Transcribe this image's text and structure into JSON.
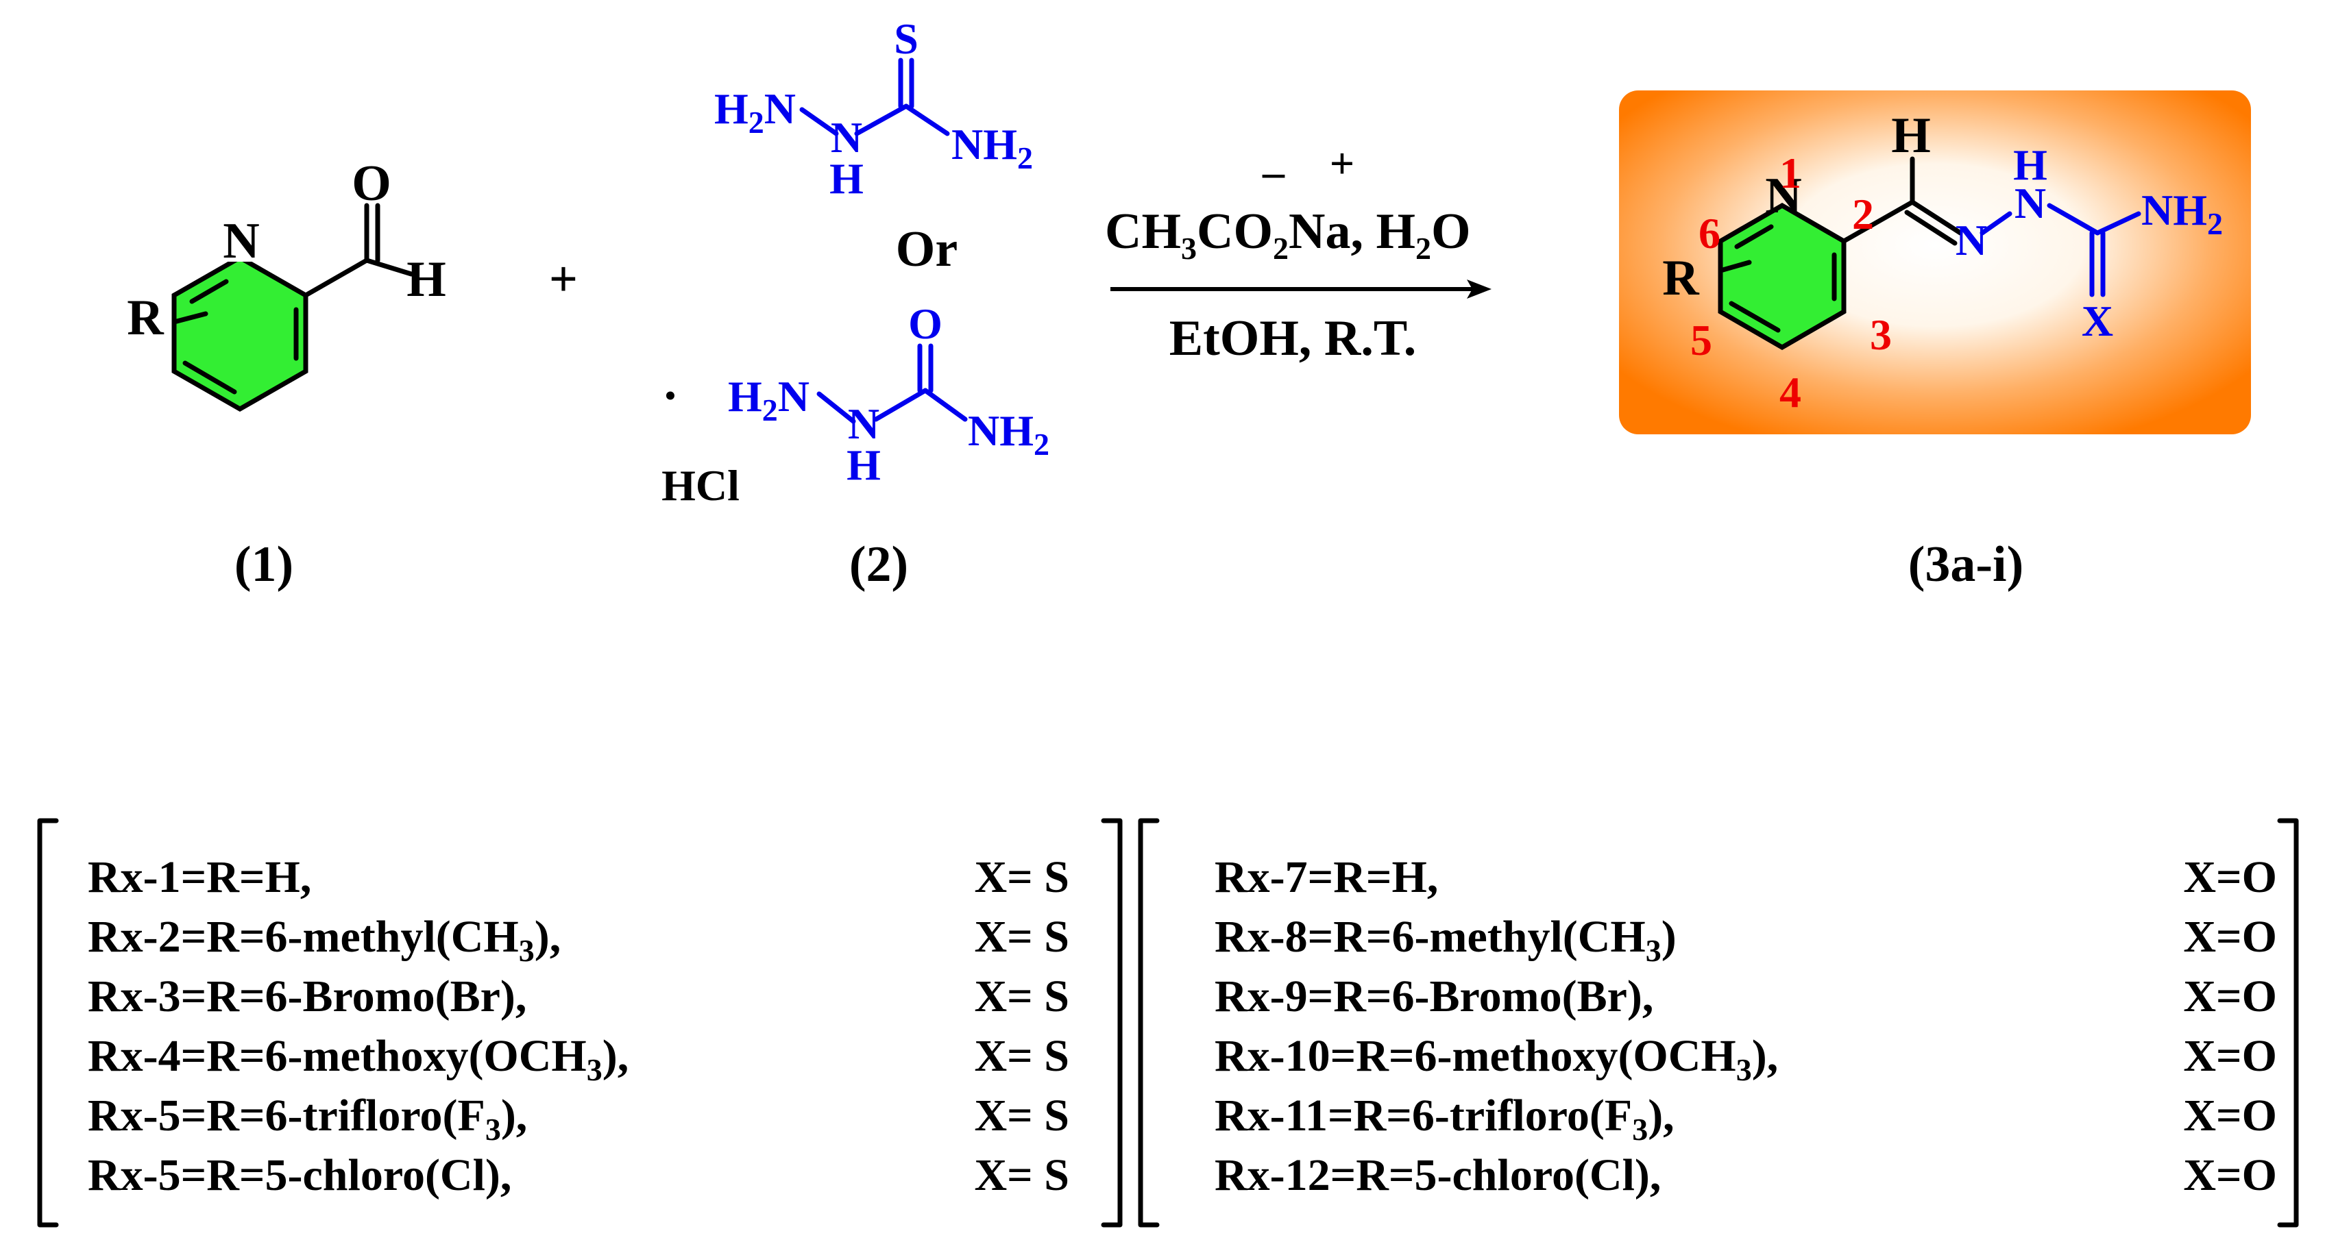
{
  "reactant1": {
    "substituent": "R",
    "ring_atom": "N",
    "aldehyde_o": "O",
    "aldehyde_h": "H",
    "label": "(1)"
  },
  "plus_sign": "+",
  "reactant2": {
    "thio": {
      "h2n": "H",
      "h2n_sub": "2",
      "h2n_n": "N",
      "nh": "N",
      "nh_h": "H",
      "s": "S",
      "nh2": "NH",
      "nh2_sub": "2"
    },
    "or_label": "Or",
    "semi": {
      "h2n": "H",
      "h2n_sub": "2",
      "h2n_n": "N",
      "nh": "N",
      "nh_h": "H",
      "o": "O",
      "nh2": "NH",
      "nh2_sub": "2"
    },
    "dot": "·",
    "hcl": "HCl",
    "label": "(2)"
  },
  "conditions": {
    "reagent_a": "CH",
    "reagent_a_sub1": "3",
    "reagent_b": "CO",
    "reagent_b_sub": "2",
    "reagent_c": "Na, H",
    "reagent_c_sub": "2",
    "reagent_d": "O",
    "minus": "–",
    "plus": "+",
    "solvent": "EtOH, R.T."
  },
  "product": {
    "substituent": "R",
    "ring_atom": "N",
    "methine_h": "H",
    "imine_n": "N",
    "nh_n": "N",
    "nh_h": "H",
    "nh2": "NH",
    "nh2_sub": "2",
    "x": "X",
    "positions": [
      "1",
      "2",
      "3",
      "4",
      "5",
      "6"
    ],
    "label": "(3a-i)"
  },
  "table": {
    "left": [
      {
        "pre": "Rx-1=R=H,",
        "sub": "",
        "post": "",
        "x": "X= S"
      },
      {
        "pre": "Rx-2=R=6-methyl(CH",
        "sub": "3",
        "post": "),",
        "x": "X= S"
      },
      {
        "pre": "Rx-3=R=6-Bromo(Br),",
        "sub": "",
        "post": "",
        "x": "X= S"
      },
      {
        "pre": "Rx-4=R=6-methoxy(OCH",
        "sub": "3",
        "post": "),",
        "x": "X= S"
      },
      {
        "pre": "Rx-5=R=6-trifloro(F",
        "sub": "3",
        "post": "),",
        "x": "X= S"
      },
      {
        "pre": "Rx-5=R=5-chloro(Cl),",
        "sub": "",
        "post": "",
        "x": "X= S"
      }
    ],
    "right": [
      {
        "pre": "Rx-7=R=H,",
        "sub": "",
        "post": "",
        "x": "X=O"
      },
      {
        "pre": "Rx-8=R=6-methyl(CH",
        "sub": "3",
        "post": ")",
        "x": "X=O"
      },
      {
        "pre": "Rx-9=R=6-Bromo(Br),",
        "sub": "",
        "post": "",
        "x": "X=O"
      },
      {
        "pre": "Rx-10=R=6-methoxy(OCH",
        "sub": "3",
        "post": "),",
        "x": "X=O"
      },
      {
        "pre": "Rx-11=R=6-trifloro(F",
        "sub": "3",
        "post": "),",
        "x": "X=O"
      },
      {
        "pre": "Rx-12=R=5-chloro(Cl),",
        "sub": "",
        "post": "",
        "x": "X=O"
      }
    ]
  },
  "colors": {
    "ring_fill": "#33ee33",
    "hetero_blue": "#0000ee",
    "position_red": "#ee0000",
    "box_orange": "#ff7a00"
  }
}
